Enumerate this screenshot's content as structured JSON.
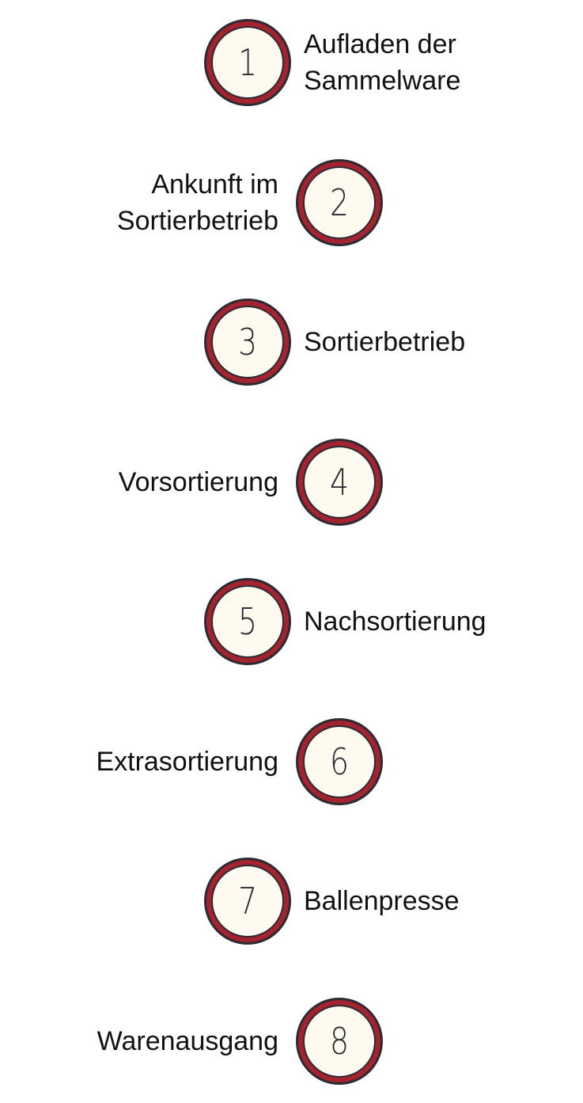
{
  "steps": [
    {
      "number": "1",
      "label": "Aufladen der\nSammelware",
      "side": "right"
    },
    {
      "number": "2",
      "label": "Ankunft im\nSortierbetrieb",
      "side": "left"
    },
    {
      "number": "3",
      "label": "Sortierbetrieb",
      "side": "right"
    },
    {
      "number": "4",
      "label": "Vorsortierung",
      "side": "left"
    },
    {
      "number": "5",
      "label": "Nachsortierung",
      "side": "right"
    },
    {
      "number": "6",
      "label": "Extrasortierung",
      "side": "left"
    },
    {
      "number": "7",
      "label": "Ballenpresse",
      "side": "right"
    },
    {
      "number": "8",
      "label": "Warenausgang",
      "side": "left"
    }
  ],
  "colors": {
    "ring_outer": "#2e2a33",
    "ring_red": "#a3232f",
    "fill": "#fdfbef",
    "text": "#111111"
  }
}
